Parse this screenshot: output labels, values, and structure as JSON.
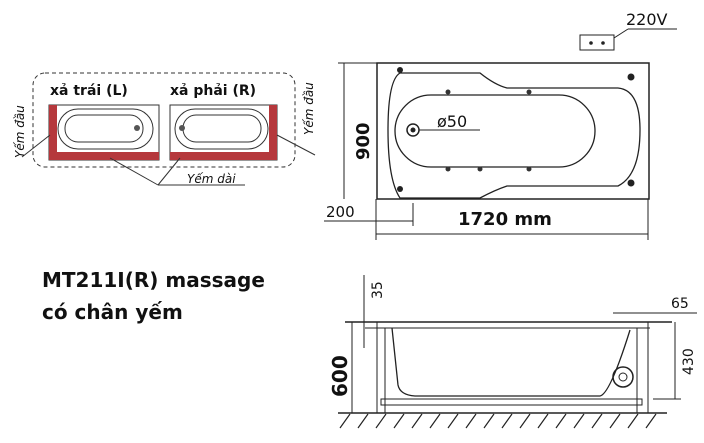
{
  "product": {
    "title_line1": "MT211I(R) massage",
    "title_line2": "có chân yếm"
  },
  "variants": {
    "left_label": "xả trái (L)",
    "right_label": "xả phải (R)",
    "skirt_end_label": "Yếm đầu",
    "skirt_long_label": "Yếm dài",
    "skirt_color": "#b5383c"
  },
  "top_view": {
    "power_label": "220V",
    "width_dim": "900",
    "length_dim": "1720 mm",
    "offset_dim": "200",
    "drain_dim": "ø50"
  },
  "side_view": {
    "height_dim": "600",
    "rim_dim": "35",
    "overflow_dim": "65",
    "inner_height_dim": "430"
  }
}
